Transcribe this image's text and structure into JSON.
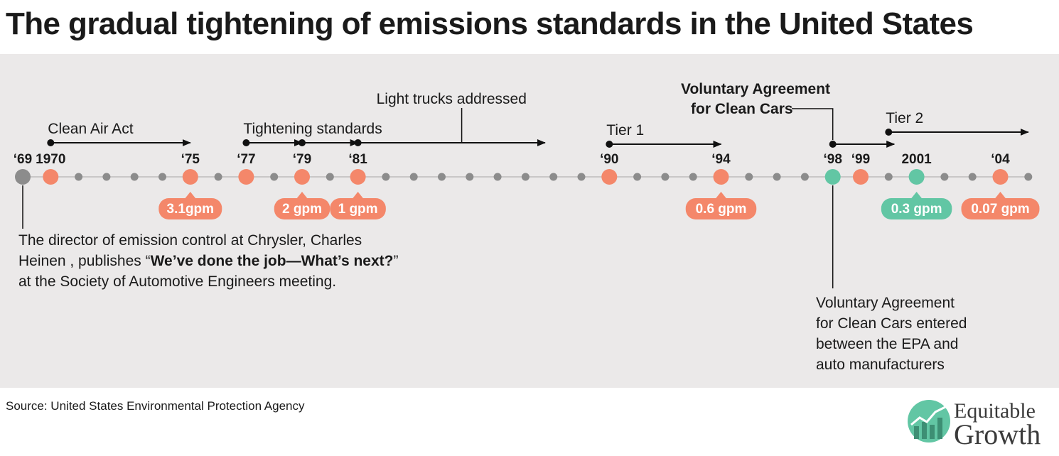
{
  "title": "The gradual tightening of emissions standards in the United States",
  "colors": {
    "panel": "#ebe9e9",
    "orange": "#f4876a",
    "teal": "#62c6a4",
    "start": "#8c8c8c",
    "dot": "#8c8c8c",
    "line": "#c9c7c7",
    "arrow": "#111111"
  },
  "timeline": {
    "start_year": 1969,
    "end_year": 2005,
    "markers": [
      {
        "year": 1969,
        "label": "‘69",
        "type": "start"
      },
      {
        "year": 1970,
        "label": "1970",
        "type": "orange"
      },
      {
        "year": 1975,
        "label": "‘75",
        "type": "orange",
        "badge": "3.1gpm"
      },
      {
        "year": 1977,
        "label": "‘77",
        "type": "orange"
      },
      {
        "year": 1979,
        "label": "‘79",
        "type": "orange",
        "badge": "2 gpm"
      },
      {
        "year": 1981,
        "label": "‘81",
        "type": "orange",
        "badge": "1 gpm"
      },
      {
        "year": 1990,
        "label": "‘90",
        "type": "orange"
      },
      {
        "year": 1994,
        "label": "‘94",
        "type": "orange",
        "badge": "0.6 gpm"
      },
      {
        "year": 1998,
        "label": "‘98",
        "type": "teal"
      },
      {
        "year": 1999,
        "label": "‘99",
        "type": "orange"
      },
      {
        "year": 2001,
        "label": "2001",
        "type": "teal",
        "badge": "0.3 gpm"
      },
      {
        "year": 2004,
        "label": "‘04",
        "type": "orange",
        "badge": "0.07 gpm"
      }
    ],
    "periods": [
      {
        "label": "Clean Air Act",
        "from": 1970,
        "to": 1975.0,
        "level": 1
      },
      {
        "label": "Tightening standards",
        "from": 1977,
        "to": 1979,
        "level": 1
      },
      {
        "label": "",
        "from": 1979,
        "to": 1981,
        "level": 1
      },
      {
        "label": "Light trucks addressed",
        "from": 1981,
        "to": 1987.7,
        "level": 1
      },
      {
        "label": "Tier 1",
        "from": 1990,
        "to": 1994,
        "level": 0
      },
      {
        "label": "",
        "from": 1998,
        "to": 2000.2,
        "level": 0
      },
      {
        "label": "Tier 2",
        "from": 2000,
        "to": 2005.0,
        "level": 2
      }
    ],
    "callout": {
      "line1": "Voluntary Agreement",
      "line2": "for Clean Cars",
      "year": 1998
    }
  },
  "notes": {
    "chrysler": {
      "line1": "The director of emission control at Chrysler, Charles",
      "line2_pre": "Heinen , publishes “",
      "line2_bold": "We’ve done the job—What’s next?",
      "line2_post": "”",
      "line3": "at the Society of Automotive Engineers meeting."
    },
    "vacc": {
      "line1": "Voluntary Agreement",
      "line2": "for Clean Cars entered",
      "line3": "between the EPA and",
      "line4": "auto manufacturers"
    }
  },
  "source": "Source: United States Environmental Protection Agency",
  "logo": {
    "line1": "Equitable",
    "line2": "Growth"
  }
}
